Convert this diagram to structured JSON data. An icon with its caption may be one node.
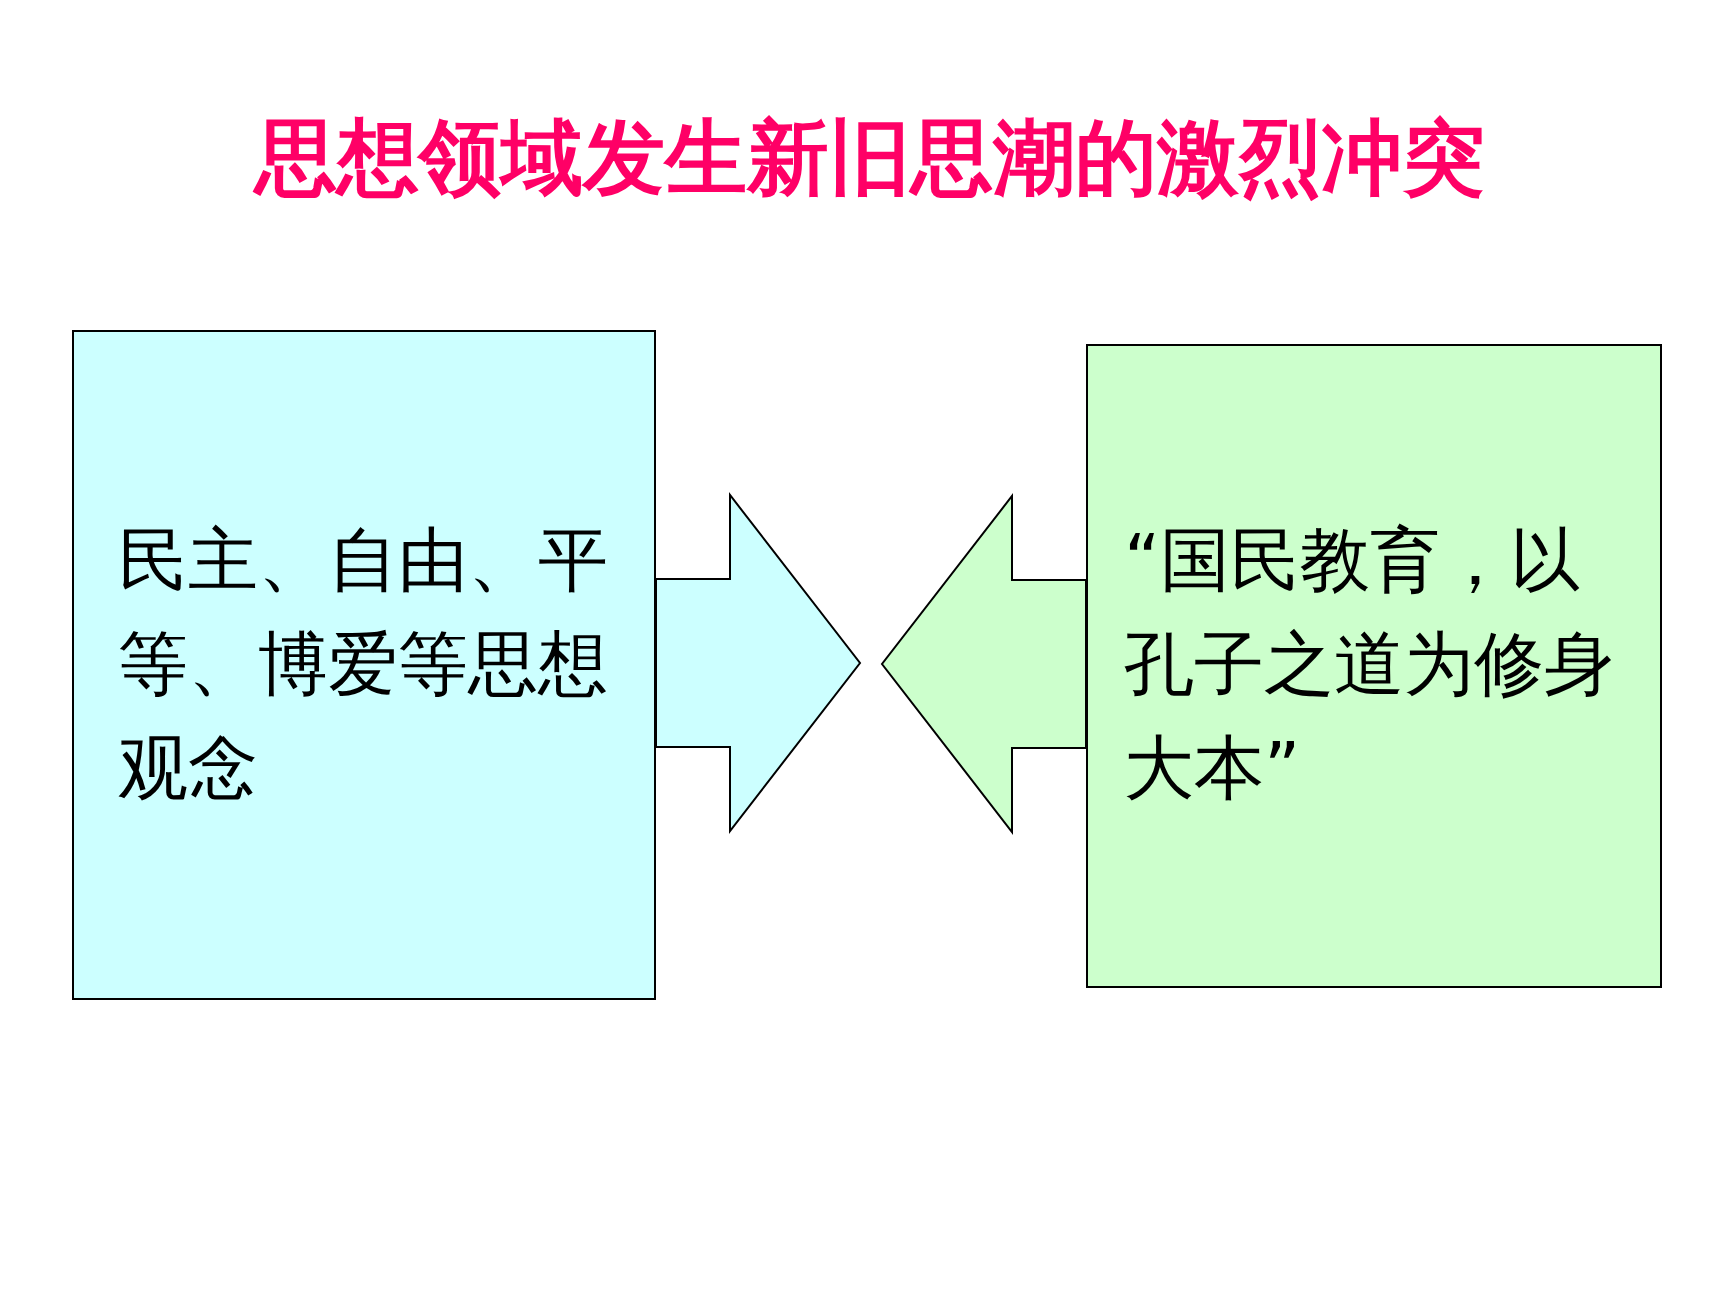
{
  "diagram": {
    "title": "思想领域发生新旧思潮的激烈冲突",
    "nodes": [
      {
        "text": [
          "民主、自由、平等、博爱等思想观念"
        ]
      },
      {
        "text": [
          "“国民教育，以孔子之道为修身大本”"
        ]
      }
    ],
    "edges": [
      {
        "from": 0,
        "to": null,
        "arrow": "to"
      },
      {
        "from": 1,
        "to": null,
        "arrow": "to"
      }
    ]
  }
}
